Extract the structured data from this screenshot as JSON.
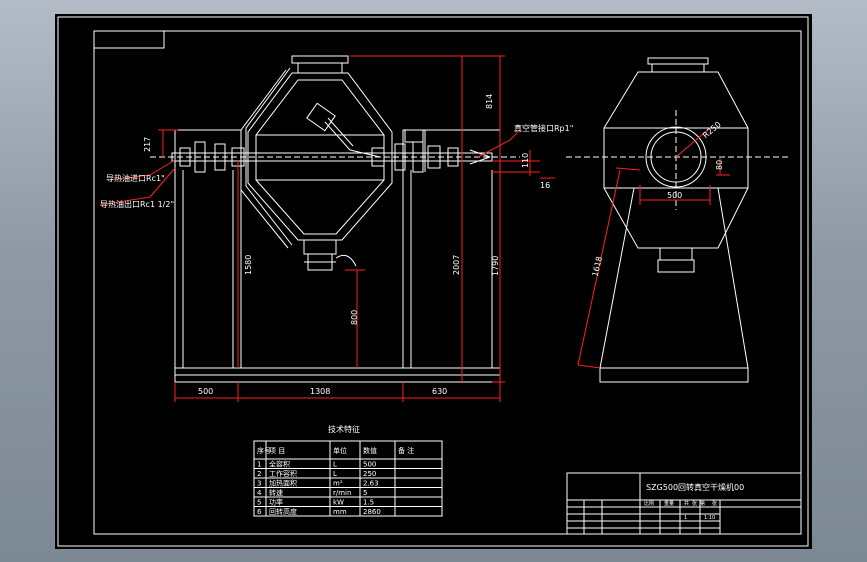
{
  "colors": {
    "background": "#000000",
    "line": "#ffffff",
    "dimension": "#ff2020",
    "frame": "#ffffff",
    "viewport_bg": "#9aa5b1"
  },
  "front_view": {
    "dims": {
      "top_height": "814",
      "flange_height": "217",
      "body_height": "1580",
      "total_height": "2007",
      "frame_height": "1790",
      "base_height": "800",
      "left_width": "500",
      "middle_width": "1308",
      "right_width": "630",
      "axis_offset": "110",
      "small_offset": "16"
    },
    "labels": {
      "vacuum_port": "真空管接口Rp1\"",
      "oil_inlet": "导热油进口Rc1\"",
      "oil_outlet": "导热油出口Rc1 1/2\""
    }
  },
  "side_view": {
    "dims": {
      "radius": "R250",
      "width": "500",
      "offset": "80",
      "leg_length": "1618"
    }
  },
  "spec_table": {
    "title": "技术特征",
    "headers": [
      "序号",
      "项        目",
      "单位",
      "数值",
      "备  注"
    ],
    "rows": [
      [
        "1",
        "全容积",
        "L",
        "500",
        ""
      ],
      [
        "2",
        "工作容积",
        "L",
        "250",
        ""
      ],
      [
        "3",
        "加热面积",
        "m²",
        "2.63",
        ""
      ],
      [
        "4",
        "转速",
        "r/min",
        "5",
        ""
      ],
      [
        "5",
        "功率",
        "kW",
        "1.5",
        ""
      ],
      [
        "6",
        "回转高度",
        "mm",
        "2860",
        ""
      ]
    ]
  },
  "title_block": {
    "title": "SZG500回转真空干燥机00",
    "small_texts": [
      "比例",
      "重量",
      "共",
      "张",
      "第",
      "张",
      "1",
      "1:10"
    ]
  }
}
